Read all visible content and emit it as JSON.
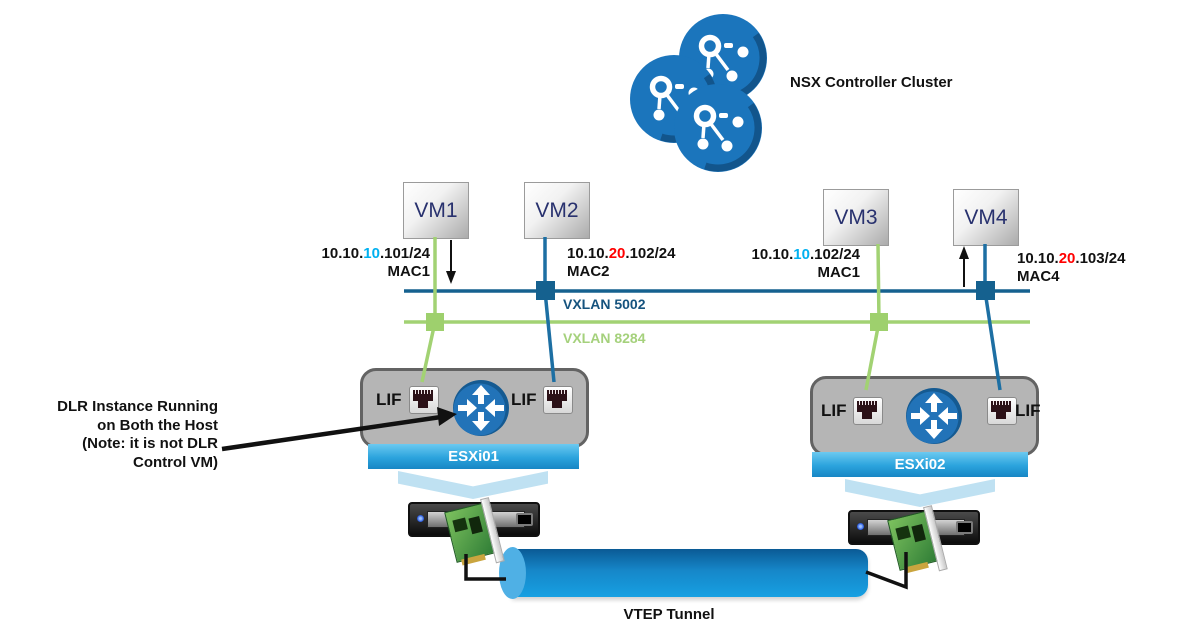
{
  "controller": {
    "label": "NSX Controller Cluster"
  },
  "vms": [
    {
      "name": "VM1",
      "ip_prefix": "10.10.",
      "ip_octet": "10",
      "ip_suffix": ".101/24",
      "mac": "MAC1",
      "octet_color": "#00b0f0"
    },
    {
      "name": "VM2",
      "ip_prefix": "10.10.",
      "ip_octet": "20",
      "ip_suffix": ".102/24",
      "mac": "MAC2",
      "octet_color": "#ff0000"
    },
    {
      "name": "VM3",
      "ip_prefix": "10.10.",
      "ip_octet": "10",
      "ip_suffix": ".102/24",
      "mac": "MAC1",
      "octet_color": "#00b0f0"
    },
    {
      "name": "VM4",
      "ip_prefix": "10.10.",
      "ip_octet": "20",
      "ip_suffix": ".103/24",
      "mac": "MAC4",
      "octet_color": "#ff0000"
    }
  ],
  "segments": [
    {
      "label": "VXLAN 5002",
      "color": "#15537e",
      "line_color": "#15618f"
    },
    {
      "label": "VXLAN 8284",
      "color": "#a5d17c",
      "line_color": "#a2d273"
    }
  ],
  "hosts": [
    {
      "name": "ESXi01",
      "lif_labels": [
        "LIF",
        "LIF"
      ]
    },
    {
      "name": "ESXi02",
      "lif_labels": [
        "LIF",
        "LIF"
      ]
    }
  ],
  "annotation": {
    "lines": [
      "DLR Instance Running",
      "on Both the Host",
      "(Note: it is not DLR",
      "Control VM)"
    ]
  },
  "tunnel": {
    "label": "VTEP Tunnel"
  },
  "icons": {
    "controller": "nsx-controller-cluster-icon",
    "router": "distributed-router-icon",
    "port": "rj45-port-icon",
    "server": "rack-server-icon",
    "nic": "nic-card-icon",
    "colors": {
      "router_blue": "#2273b8",
      "host_gray": "#b5b5b5",
      "banner_blue": "#2ba3dd",
      "tunnel_blue": "#1687c9"
    }
  }
}
